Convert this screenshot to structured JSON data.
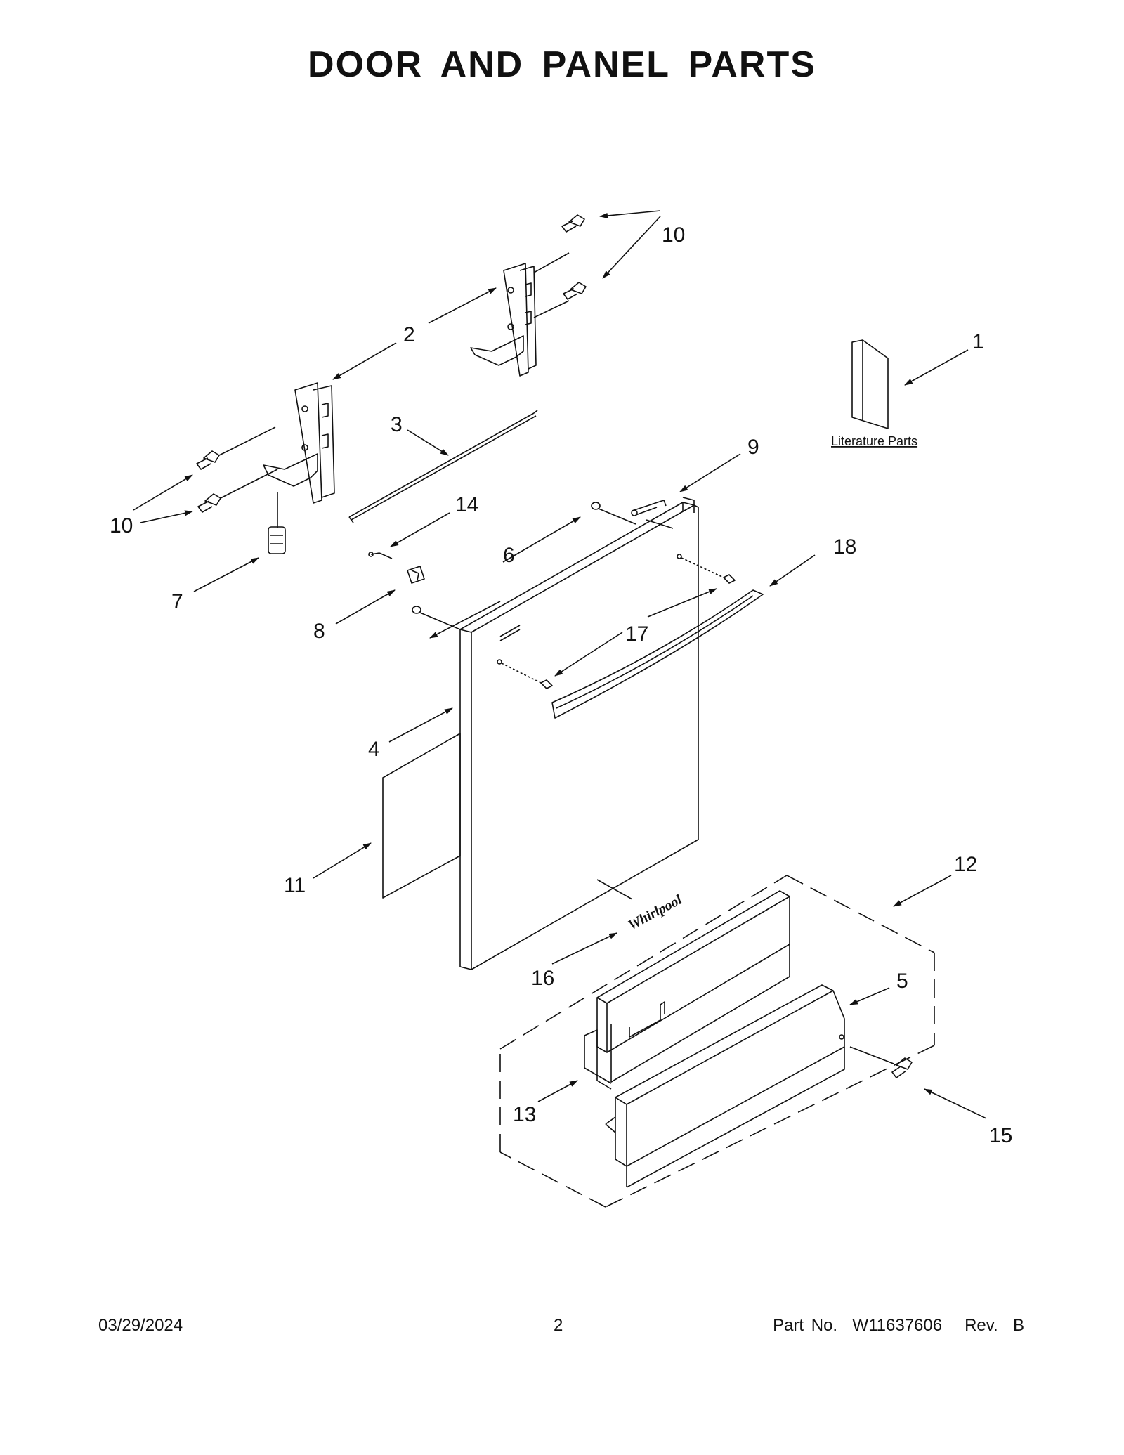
{
  "title": "DOOR AND PANEL PARTS",
  "callouts": [
    "10",
    "2",
    "1",
    "3",
    "9",
    "14",
    "10",
    "6",
    "18",
    "7",
    "8",
    "17",
    "4",
    "11",
    "12",
    "16",
    "5",
    "13",
    "15"
  ],
  "literature_label": "Literature Parts",
  "brand_logo": "Whirlpool",
  "footer": {
    "date": "03/29/2024",
    "page": "2",
    "part_no": "Part No.  W11637606   Rev.  B"
  },
  "colors": {
    "ink": "#111111",
    "paper": "#ffffff"
  }
}
